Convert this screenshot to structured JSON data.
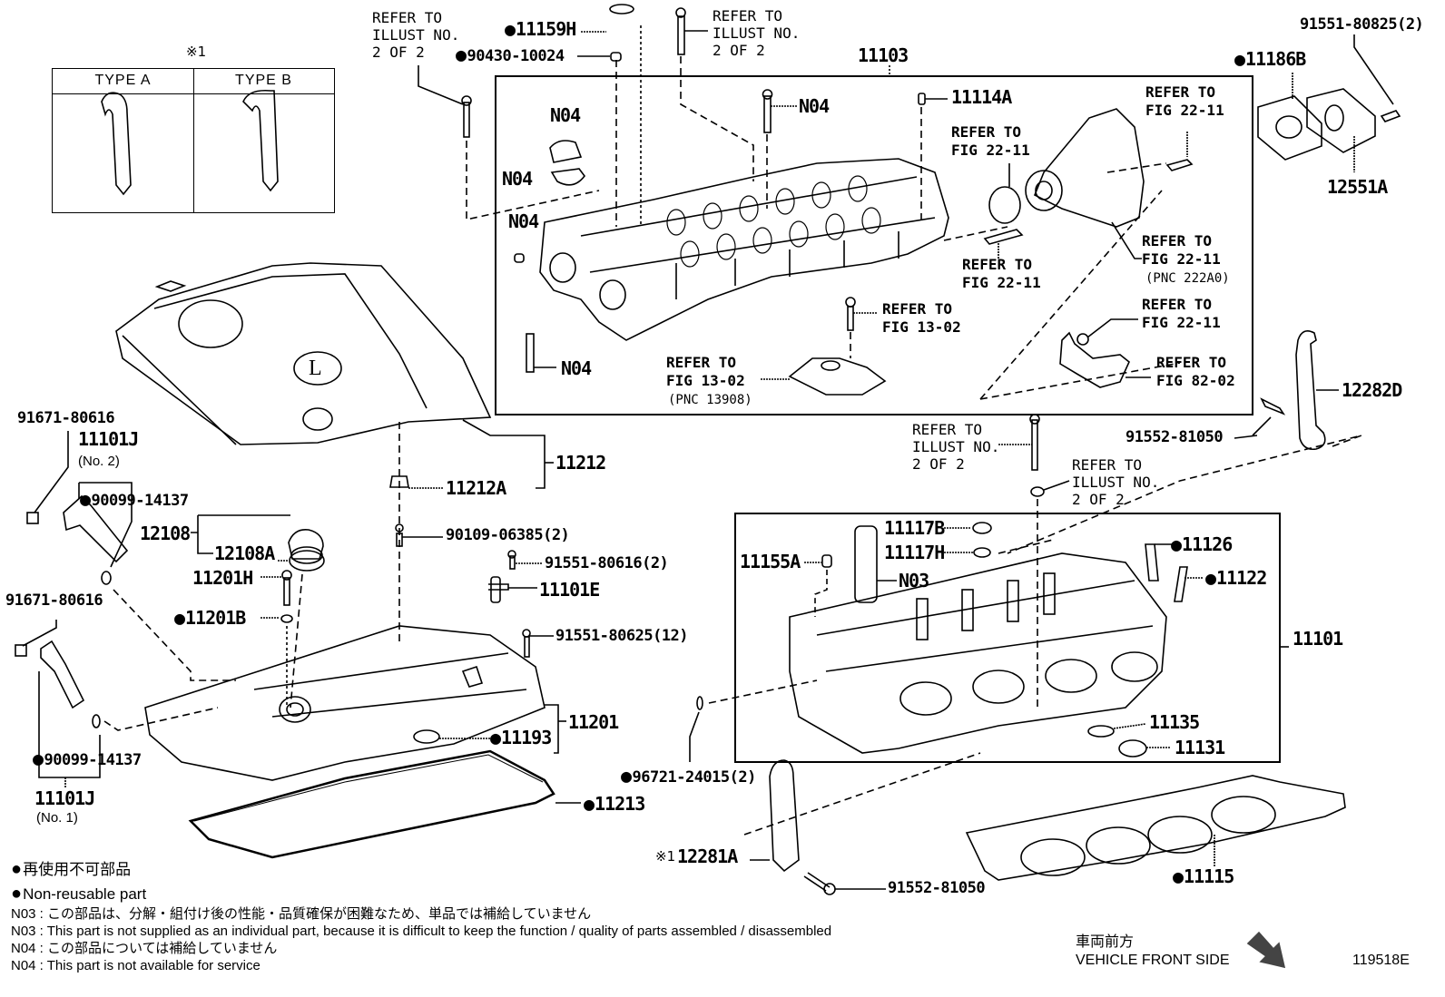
{
  "figure_id": "119518E",
  "type_table": {
    "mark": "※1",
    "col_a": "TYPE A",
    "col_b": "TYPE B"
  },
  "groups": {
    "camshaft_housing": "11103",
    "cylinder_head": "11101",
    "engine_cover": "11212",
    "head_cover": "11201"
  },
  "labels": {
    "refer_illust_top_left": "REFER TO\nILLUST NO.\n2 OF 2",
    "p11159H": "11159H",
    "p90430": "90430-10024",
    "refer_illust_top_mid": "REFER TO\nILLUST NO.\n2 OF 2",
    "p11103": "11103",
    "n04_a": "N04",
    "n04_b": "N04",
    "n04_c": "N04",
    "n04_d": "N04",
    "n04_bolt": "N04",
    "p11114A": "11114A",
    "refer_fig2211_ring": "REFER TO\nFIG 22-11",
    "refer_fig2211_bolt": "REFER TO\nFIG 22-11",
    "refer_fig2211_stud": "REFER TO\nFIG 22-11",
    "refer_fig2211_pump": "REFER TO\nFIG 22-11",
    "pnc_222a0": "(PNC 222A0)",
    "refer_fig2211_nut": "REFER TO\nFIG 22-11",
    "refer_fig8202": "REFER TO\nFIG 82-02",
    "refer_fig1302_bolt": "REFER TO\nFIG 13-02",
    "refer_fig1302_bracket": "REFER TO\nFIG 13-02",
    "pnc_13908": "(PNC 13908)",
    "p11186B": "11186B",
    "p91551_80825": "91551-80825(2)",
    "p12551A": "12551A",
    "p12282D": "12282D",
    "p91552_81050_top": "91552-81050",
    "refer_illust_bolt": "REFER TO\nILLUST NO.\n2 OF 2",
    "refer_illust_washer": "REFER TO\nILLUST NO.\n2 OF 2",
    "p91671_a": "91671-80616",
    "p11101J_2": "11101J",
    "no2": "(No. 2)",
    "p90099_a": "90099-14137",
    "p12108": "12108",
    "p12108A": "12108A",
    "p11201H": "11201H",
    "p11201B": "11201B",
    "p91671_b": "91671-80616",
    "p90099_b": "90099-14137",
    "p11101J_1": "11101J",
    "no1": "(No. 1)",
    "p11212": "11212",
    "p11212A": "11212A",
    "p90109": "90109-06385(2)",
    "p91551_80616": "91551-80616(2)",
    "p11101E": "11101E",
    "p91551_80625": "91551-80625(12)",
    "p11201": "11201",
    "p11193": "11193",
    "p11213": "11213",
    "p96721": "96721-24015(2)",
    "p12281A": "12281A",
    "p12281A_mark": "※1",
    "p91552_81050_bot": "91552-81050",
    "p11155A": "11155A",
    "p11117B": "11117B",
    "p11117H": "11117H",
    "n03": "N03",
    "p11126": "11126",
    "p11122": "11122",
    "p11101": "11101",
    "p11135": "11135",
    "p11131": "11131",
    "p11115": "11115"
  },
  "legend": {
    "nonreusable_jp": "再使用不可部品",
    "nonreusable_en": "Non-reusable part",
    "n03_jp": "N03 : この部品は、分解・組付け後の性能・品質確保が困難なため、単品では補給していません",
    "n03_en": "N03 : This part is not supplied as an individual part, because it is difficult to keep the function / quality of parts  assembled / disassembled",
    "n04_jp": "N04 : この部品については補給していません",
    "n04_en": "N04 : This part is not available for service"
  },
  "front_side": {
    "jp": "車両前方",
    "en": "VEHICLE FRONT SIDE"
  }
}
